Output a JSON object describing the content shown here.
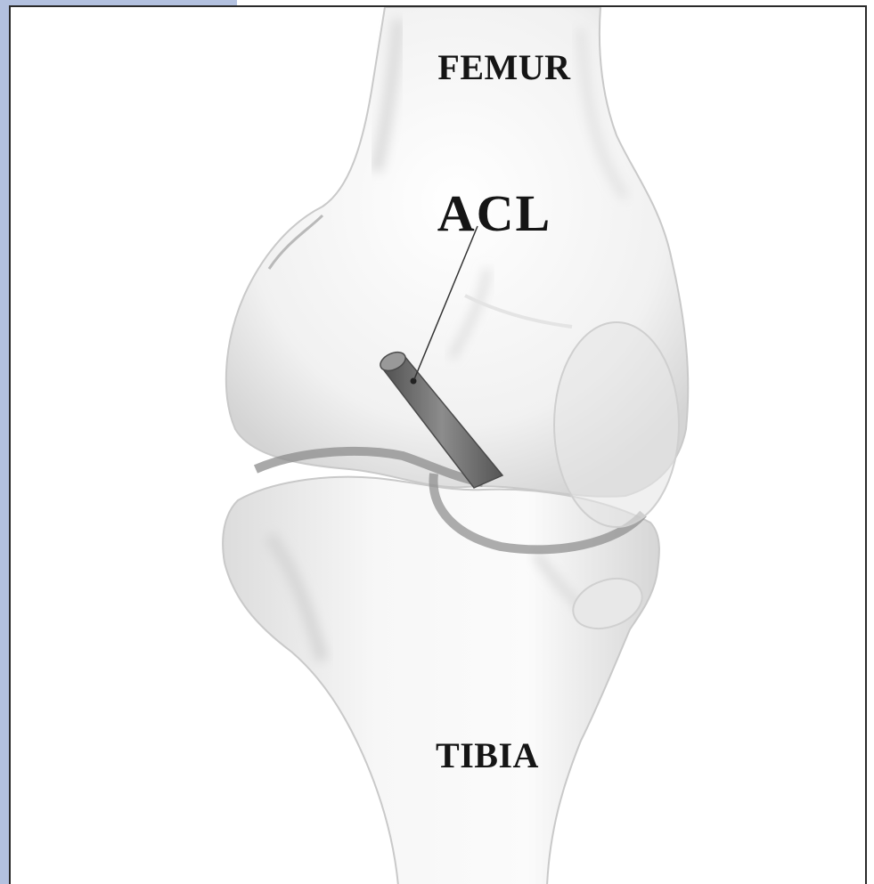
{
  "labels": {
    "femur": "FEMUR",
    "acl": "ACL",
    "tibia": "TIBIA"
  },
  "colors": {
    "frame_border": "#2a2a2a",
    "side_strip": "#b3c1df",
    "bone_fill": "#f2f2f2",
    "bone_shadow": "#cfcfcf",
    "ligament": "#6d6d6d",
    "meniscus": "#8a8a8a",
    "text": "#151515"
  },
  "icons": {
    "femur": "femur-bone-illustration",
    "tibia": "tibia-bone-illustration",
    "acl": "acl-ligament-cylinder"
  }
}
